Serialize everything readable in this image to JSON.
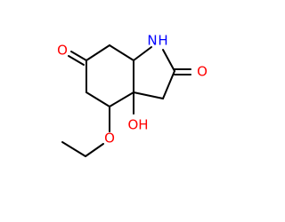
{
  "molecule": {
    "atom_labels": {
      "nh": "N",
      "nh_h": "H",
      "oh": "OH",
      "o_ketone_left": "O",
      "o_ketone_right": "O",
      "o_ether": "O"
    },
    "colors": {
      "bond": "#000000",
      "oxygen": "#ff0000",
      "nitrogen": "#0000ff",
      "background": "#ffffff"
    }
  }
}
